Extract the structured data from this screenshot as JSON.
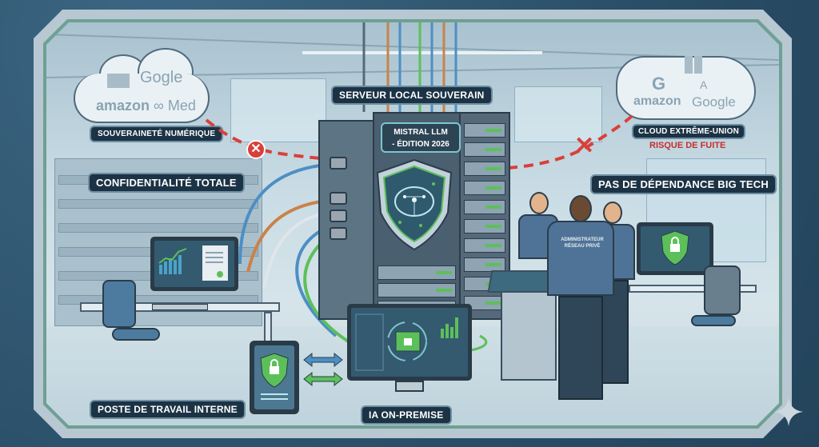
{
  "scene": {
    "theme_colors": {
      "background": "#2f5670",
      "frame": "#b7c8d3",
      "label_bg": "#1c3345",
      "risk_red": "#c5302a",
      "accent_green": "#5cc05a",
      "accent_teal": "#7dc6cf"
    }
  },
  "clouds": [
    {
      "id": "left-cloud",
      "logos": [
        "EU flag",
        "Gogle",
        "amazon",
        "Med"
      ],
      "label": "SOUVERAINETÉ NUMÉRIQUE"
    },
    {
      "id": "right-cloud",
      "logos": [
        "windows",
        "G",
        "A",
        "amazon",
        "Google"
      ],
      "label": "CLOUD EXTRÊME-UNION",
      "warning": "RISQUE DE FUITE"
    }
  ],
  "server": {
    "title": "SERVEUR LOCAL SOUVERAIN",
    "badge_line1": "MISTRAL LLM",
    "badge_line2": "- ÉDITION 2026",
    "shield_icon": "brain-network-shield"
  },
  "labels": {
    "confidentiality": "CONFIDENTIALITÉ TOTALE",
    "no_dependency": "PAS DE DÉPENDANCE BIG TECH",
    "workstation": "POSTE DE TRAVAIL INTERNE",
    "on_premise": "IA ON-PREMISE"
  },
  "people": {
    "admin_back_text_line1": "ADMINISTRATEUR",
    "admin_back_text_line2": "RÉSEAU PRIVÉ"
  },
  "cloud_text": {
    "left_google": "Gogle",
    "left_amazon": "amazon",
    "left_meta": "∞ Med",
    "right_amazon": "amazon",
    "right_google": "Google",
    "right_g": "G",
    "right_a": "A"
  },
  "icons": {
    "blocked_left": "✕",
    "blocked_right": "✕"
  }
}
